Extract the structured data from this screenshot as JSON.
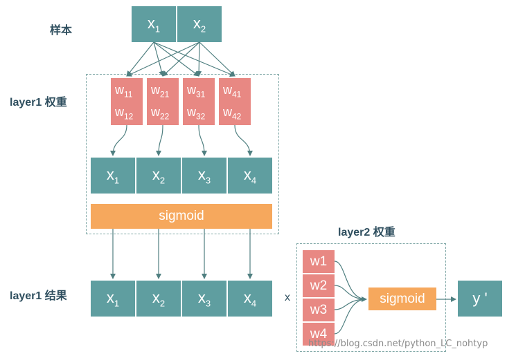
{
  "labels": {
    "sample": "样本",
    "layer1_weights": "layer1 权重",
    "layer2_weights": "layer2 权重",
    "layer1_result": "layer1 结果",
    "x_sep": "x"
  },
  "inputs": [
    {
      "base": "x",
      "sub": "1"
    },
    {
      "base": "x",
      "sub": "2"
    }
  ],
  "layer1_weights": [
    {
      "a": {
        "base": "w",
        "sub": "11"
      },
      "b": {
        "base": "w",
        "sub": "12"
      }
    },
    {
      "a": {
        "base": "w",
        "sub": "21"
      },
      "b": {
        "base": "w",
        "sub": "22"
      }
    },
    {
      "a": {
        "base": "w",
        "sub": "31"
      },
      "b": {
        "base": "w",
        "sub": "32"
      }
    },
    {
      "a": {
        "base": "w",
        "sub": "41"
      },
      "b": {
        "base": "w",
        "sub": "42"
      }
    }
  ],
  "hidden_nodes": [
    {
      "base": "x",
      "sub": "1"
    },
    {
      "base": "x",
      "sub": "2"
    },
    {
      "base": "x",
      "sub": "3"
    },
    {
      "base": "x",
      "sub": "4"
    }
  ],
  "sigmoid_label": "sigmoid",
  "result_nodes": [
    {
      "base": "x",
      "sub": "1"
    },
    {
      "base": "x",
      "sub": "2"
    },
    {
      "base": "x",
      "sub": "3"
    },
    {
      "base": "x",
      "sub": "4"
    }
  ],
  "layer2_weights": [
    "w1",
    "w2",
    "w3",
    "w4"
  ],
  "layer2_sigmoid": "sigmoid",
  "output": "y '",
  "watermark": "https://blog.csdn.net/python_LC_nohtyp",
  "colors": {
    "teal": "#5f9ea0",
    "pink": "#e88883",
    "orange": "#f6a85d",
    "line": "#4f7f80",
    "dash": "#7fa7a6"
  }
}
